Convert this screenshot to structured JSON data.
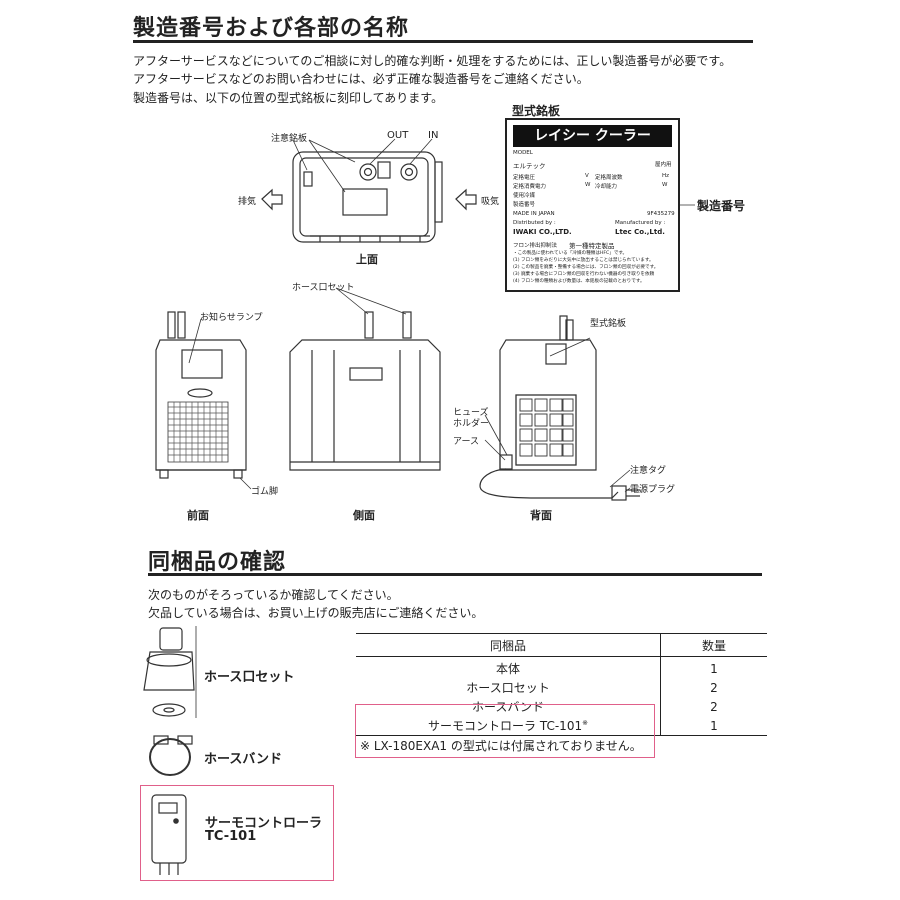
{
  "section1": {
    "title": "製造番号および各部の名称",
    "lines": [
      "アフターサービスなどについてのご相談に対し的確な判断・処理をするためには、正しい製造番号が必要です。",
      "アフターサービスなどのお問い合わせには、必ず正確な製造番号をご連絡ください。",
      "製造番号は、以下の位置の型式銘板に刻印してあります。"
    ]
  },
  "top_view": {
    "caption": "上面",
    "label_caution_plate": "注意銘板",
    "label_out": "OUT",
    "label_in": "IN",
    "label_exhaust": "排気",
    "label_intake": "吸気"
  },
  "nameplate": {
    "heading": "型式銘板",
    "title": "レイシー クーラー",
    "model": "MODEL",
    "brand": "エルテック",
    "indoor": "屋内用",
    "rated_voltage": "定格電圧",
    "unit_v": "V",
    "rated_freq": "定格周波数",
    "unit_hz": "Hz",
    "rated_power": "定格消費電力",
    "unit_w1": "W",
    "cooling_capacity": "冷却能力",
    "unit_w2": "W",
    "refrigerant": "使用冷媒",
    "serial_no": "製造番号",
    "made_in": "MADE IN JAPAN",
    "code": "9F435279",
    "distributed_by": "Distributed by :",
    "iwaki": "IWAKI CO.,LTD.",
    "manufactured_by": "Manufactured by :",
    "ltec": "Ltec Co.,Ltd.",
    "freon_law": "フロン排出抑制法",
    "class1": "第一種特定製品",
    "notes": [
      "・この製品に使われている「冷媒の種類はHFC」です。",
      "(1) フロン類をみだりに大気中に放出することは禁じられています。",
      "(2) この製品を廃棄・整備する場合には、フロン類の回収が必要です。",
      "(3) 廃棄する場合にフロン類の回収を行わない機器の引き取りを依頼",
      "(4) フロン類の種類および数量は、本銘板の記載のとおりです。"
    ],
    "callout_serial": "製造番号"
  },
  "front_view": {
    "caption": "前面",
    "label_lamp": "お知らせランプ",
    "label_rubber_feet": "ゴム脚"
  },
  "side_view": {
    "caption": "側面",
    "label_hose_set": "ホース口セット"
  },
  "back_view": {
    "caption": "背面",
    "label_plate": "型式銘板",
    "label_fuse_1": "ヒューズ",
    "label_fuse_2": "ホルダー",
    "label_earth": "アース",
    "label_caution_tag": "注意タグ",
    "label_power_plug": "電源プラグ"
  },
  "section2": {
    "title": "同梱品の確認",
    "lines": [
      "次のものがそろっているか確認してください。",
      "欠品している場合は、お買い上げの販売店にご連絡ください。"
    ]
  },
  "accessories": {
    "hose_set": "ホース口セット",
    "hose_band": "ホースバンド",
    "thermo_1": "サーモコントローラ",
    "thermo_2": "TC-101"
  },
  "table": {
    "col_item": "同梱品",
    "col_qty": "数量",
    "rows": [
      {
        "item": "本体",
        "qty": "1"
      },
      {
        "item": "ホース口セット",
        "qty": "2"
      },
      {
        "item": "ホースバンド",
        "qty": "2"
      },
      {
        "item": "サーモコントローラ TC-101",
        "note_mark": "※",
        "qty": "1"
      }
    ],
    "footnote": "※ LX-180EXA1 の型式には付属されておりません。"
  },
  "colors": {
    "highlight": "#e0608a",
    "ink": "#222222"
  }
}
